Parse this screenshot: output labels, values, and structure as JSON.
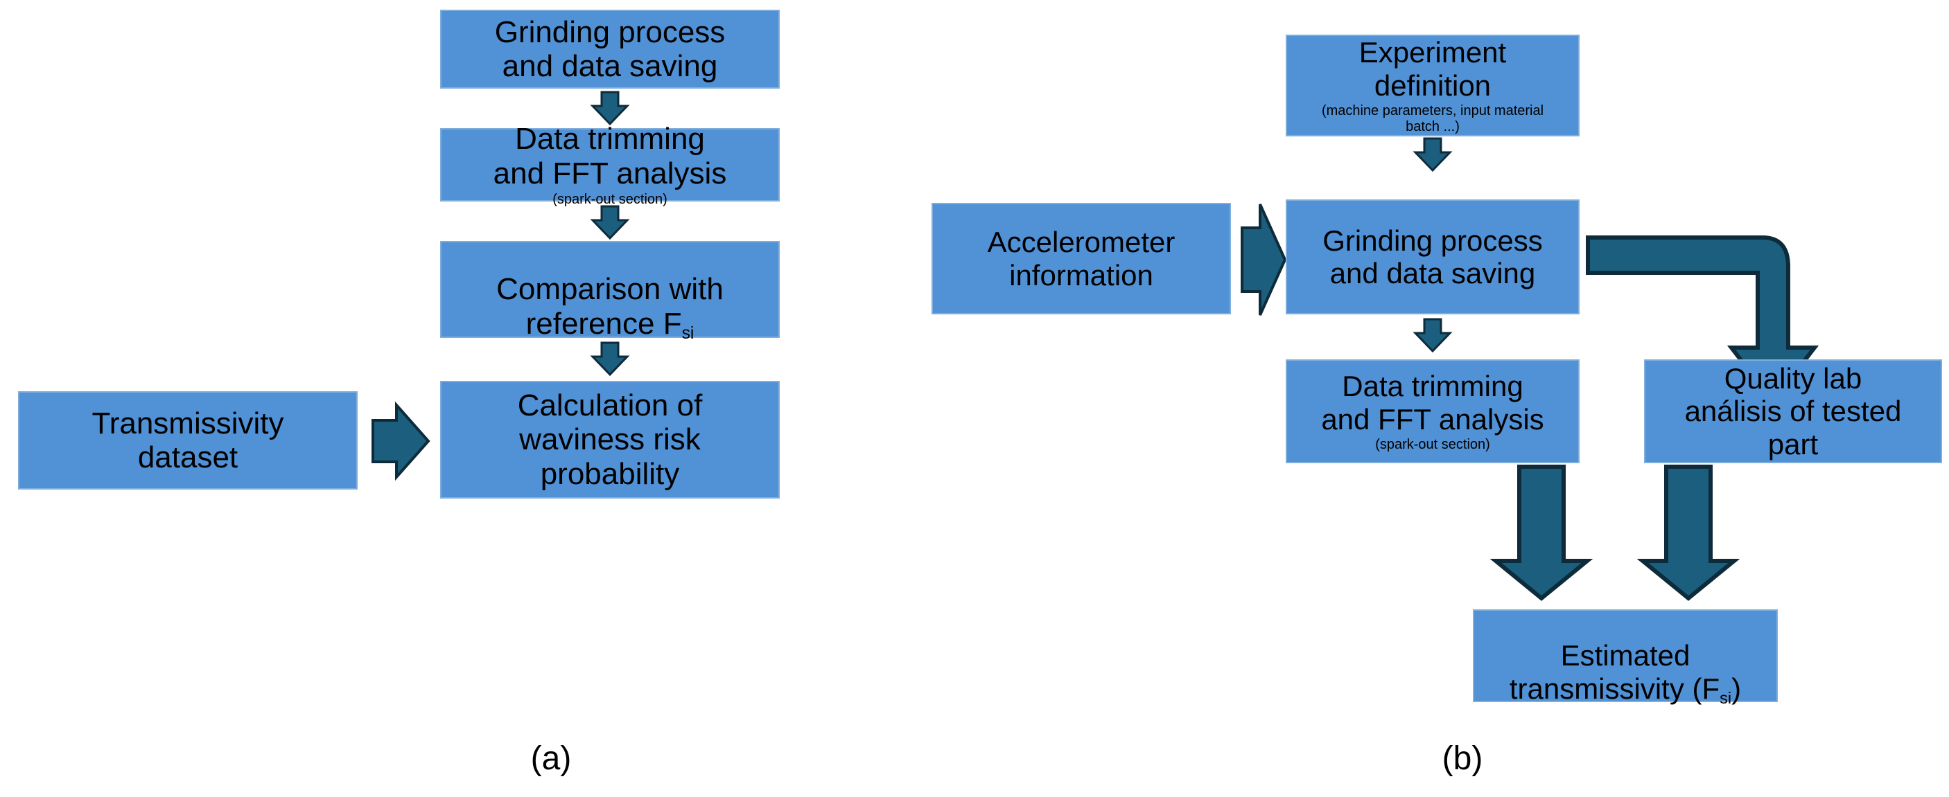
{
  "figure": {
    "type": "flowchart",
    "panels": [
      {
        "id": "a",
        "label": "(a)",
        "nodes": [
          {
            "id": "a-grinding",
            "title": "Grinding process\nand data saving",
            "subtitle": ""
          },
          {
            "id": "a-trimming",
            "title": "Data trimming\nand FFT analysis",
            "subtitle": "(spark-out section)"
          },
          {
            "id": "a-dataset",
            "title": "Transmissivity\ndataset",
            "subtitle": ""
          },
          {
            "id": "a-comparison",
            "title_pre": "Comparison with\nreference F",
            "title_sub": "si",
            "subtitle": ""
          },
          {
            "id": "a-calc",
            "title": "Calculation of\nwaviness risk\nprobability",
            "subtitle": ""
          }
        ],
        "arrows": [
          {
            "id": "a-arrow-grinding-to-trimming",
            "direction": "down"
          },
          {
            "id": "a-arrow-trimming-to-comparison",
            "direction": "down"
          },
          {
            "id": "a-arrow-dataset-to-comparison",
            "direction": "right"
          },
          {
            "id": "a-arrow-comparison-to-calc",
            "direction": "down"
          }
        ]
      },
      {
        "id": "b",
        "label": "(b)",
        "nodes": [
          {
            "id": "b-experiment",
            "title": "Experiment\ndefinition",
            "subtitle": "(machine parameters, input material\nbatch ...)"
          },
          {
            "id": "b-accelerometer",
            "title": "Accelerometer\ninformation",
            "subtitle": ""
          },
          {
            "id": "b-grinding",
            "title": "Grinding process\nand data saving",
            "subtitle": ""
          },
          {
            "id": "b-trimming",
            "title": "Data trimming\nand FFT analysis",
            "subtitle": "(spark-out section)"
          },
          {
            "id": "b-quality",
            "title": "Quality lab\nanálisis of tested\npart",
            "subtitle": ""
          },
          {
            "id": "b-estimated",
            "title_pre": "Estimated\ntransmissivity (F",
            "title_sub": "si",
            "title_post": ")",
            "subtitle": ""
          }
        ],
        "arrows": [
          {
            "id": "b-arrow-experiment-to-grinding",
            "direction": "down"
          },
          {
            "id": "b-arrow-accelerometer-to-grinding",
            "direction": "right"
          },
          {
            "id": "b-arrow-grinding-to-trimming",
            "direction": "down"
          },
          {
            "id": "b-arrow-grinding-to-quality",
            "direction": "elbow-right-down"
          },
          {
            "id": "b-arrow-trimming-to-estimated",
            "direction": "down"
          },
          {
            "id": "b-arrow-quality-to-estimated",
            "direction": "down"
          }
        ]
      }
    ]
  },
  "colors": {
    "node_fill": "#5191D6",
    "node_border": "#7FAEDC",
    "arrow_fill": "#1B5E7D",
    "arrow_border": "#0D2B3A",
    "text": "#000000",
    "background": "#FFFFFF"
  }
}
